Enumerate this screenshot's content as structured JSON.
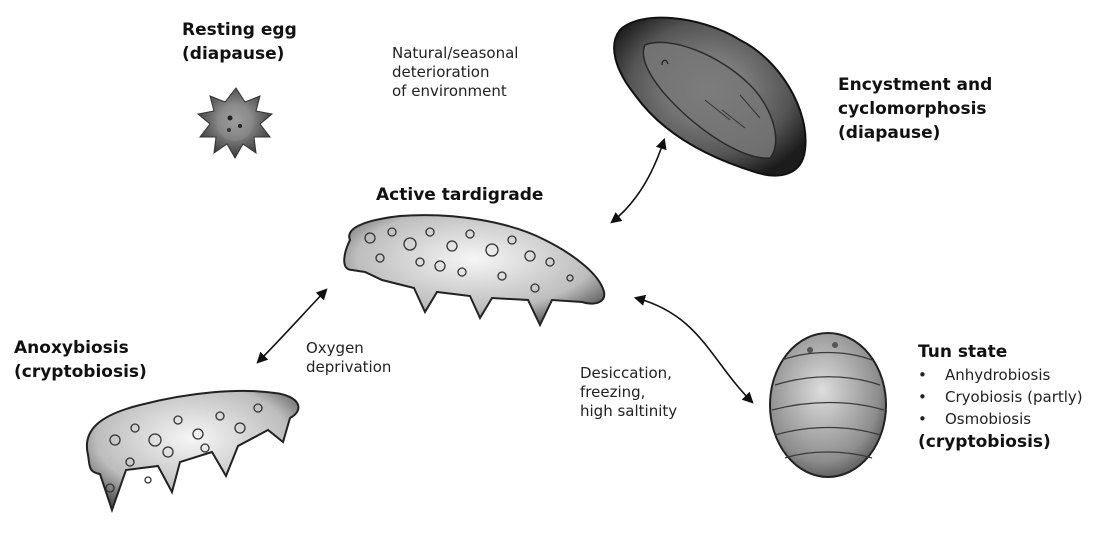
{
  "states": {
    "resting_egg": [
      "Resting egg",
      "(diapause)"
    ],
    "encystment": [
      "Encystment and",
      "cyclomorphosis",
      "(diapause)"
    ],
    "active": [
      "Active tardigrade"
    ],
    "anoxybiosis": [
      "Anoxybiosis",
      "(cryptobiosis)"
    ],
    "tun": {
      "title": "Tun state",
      "items": [
        "Anhydrobiosis",
        "Cryobiosis (partly)",
        "Osmobiosis"
      ],
      "footer": "(cryptobiosis)"
    }
  },
  "conditions": {
    "seasonal": [
      "Natural/seasonal",
      "deterioration",
      "of environment"
    ],
    "oxygen": [
      "Oxygen",
      "deprivation"
    ],
    "desiccation": [
      "Desiccation,",
      "freezing,",
      "high saltinity"
    ]
  }
}
